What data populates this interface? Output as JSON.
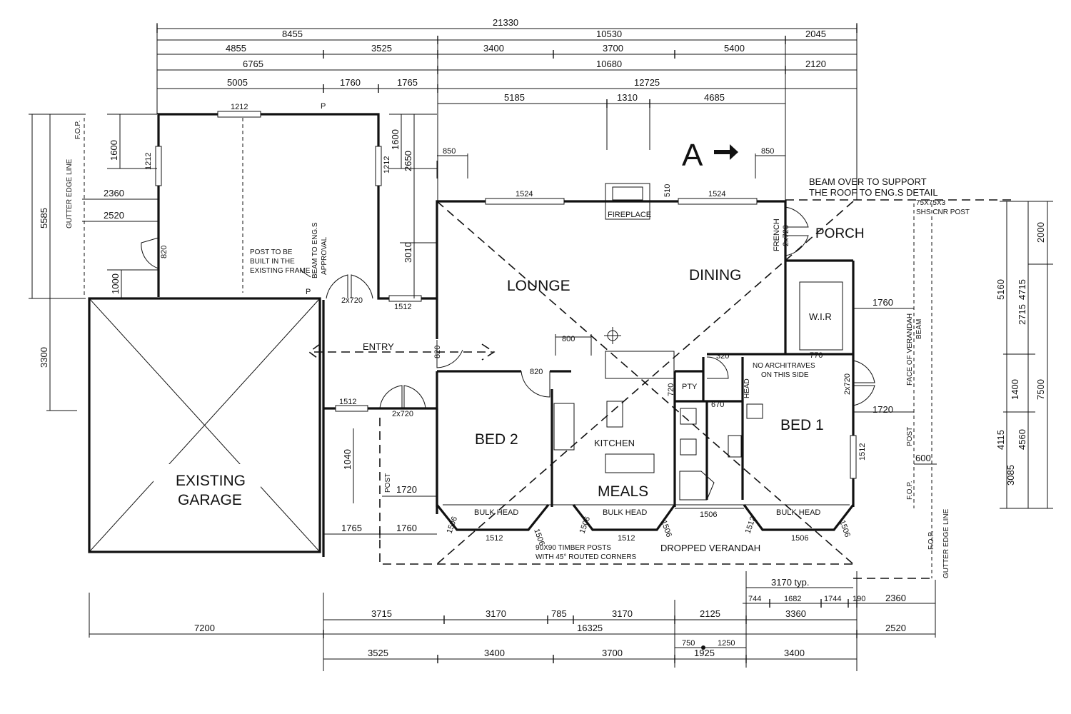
{
  "plan": {
    "rooms": {
      "lounge": "LOUNGE",
      "dining": "DINING",
      "porch": "PORCH",
      "wir": "W.I.R",
      "entry": "ENTRY",
      "bed2": "BED 2",
      "kitchen": "KITCHEN",
      "meals": "MEALS",
      "bed1": "BED 1",
      "pty": "PTY",
      "existing_garage_1": "EXISTING",
      "existing_garage_2": "GARAGE",
      "fireplace": "FIREPLACE",
      "french": "FRENCH",
      "section_mark": "A"
    },
    "top_dims": {
      "row1": [
        "21330"
      ],
      "row2": [
        "8455",
        "10530",
        "2045"
      ],
      "row3": [
        "4855",
        "3525",
        "3400",
        "3700",
        "5400"
      ],
      "row4": [
        "6765",
        "10680",
        "2120"
      ],
      "row5": [
        "5005",
        "1760",
        "1765",
        "12725"
      ],
      "row6": [
        "5185",
        "1310",
        "4685"
      ]
    },
    "bottom_dims": {
      "row1": [
        "3170 typ."
      ],
      "row2": [
        "744",
        "1682",
        "1744",
        "190",
        "2360"
      ],
      "row3": [
        "3715",
        "3170",
        "785",
        "3170",
        "2125",
        "3360"
      ],
      "row4": [
        "7200",
        "16325",
        "2520"
      ],
      "row5": [
        "750",
        "1250"
      ],
      "row6": [
        "3525",
        "3400",
        "3700",
        "1925",
        "3400"
      ]
    },
    "left_dims": [
      "5585",
      "1600",
      "2360",
      "2520",
      "1000",
      "3300",
      "1600",
      "2650",
      "3010",
      "1040",
      "1720",
      "1765",
      "1760"
    ],
    "right_dims": [
      "2000",
      "5160",
      "4715",
      "2715",
      "1400",
      "7500",
      "4115",
      "4560",
      "3085",
      "1760",
      "1720",
      "600"
    ],
    "openings": [
      "1212",
      "1212",
      "1212",
      "820",
      "850",
      "850",
      "1524",
      "1524",
      "510",
      "2x720",
      "1512",
      "820",
      "2x720",
      "1512",
      "2x720",
      "800",
      "820",
      "720",
      "670",
      "320",
      "770",
      "2x720",
      "1512",
      "1506",
      "1512",
      "1506",
      "1506",
      "1512",
      "1506",
      "1506",
      "1512",
      "1506",
      "1506"
    ],
    "notes": {
      "beam_over": "BEAM OVER TO SUPPORT",
      "beam_over_2": "THE ROOF TO ENG.S DETAIL",
      "shs_1": "75X75X3",
      "shs_2": "SHS CNR POST",
      "post_1": "POST TO BE",
      "post_2": "BUILT IN THE",
      "post_3": "EXISTING FRAME",
      "beam_eng_1": "BEAM TO ENG.S",
      "beam_eng_2": "APPROVAL",
      "no_arch_1": "NO ARCHITRAVES",
      "no_arch_2": "ON THIS SIDE",
      "head": "HEAD",
      "timber_1": "90X90 TIMBER POSTS",
      "timber_2": "WITH 45° ROUTED CORNERS",
      "verandah": "DROPPED VERANDAH",
      "bulk_head": "BULK HEAD",
      "gutter_l": "GUTTER EDGE LINE",
      "fop_l": "F.O.P.",
      "gutter_r": "GUTTER EDGE LINE",
      "fop_r": "F.O.P.",
      "fop_r2": "F.O.P.",
      "face_of_verandah": "FACE OF VERANDAH",
      "beam": "BEAM",
      "post_label": "POST",
      "post_label_2": "POST",
      "p": "P"
    }
  }
}
